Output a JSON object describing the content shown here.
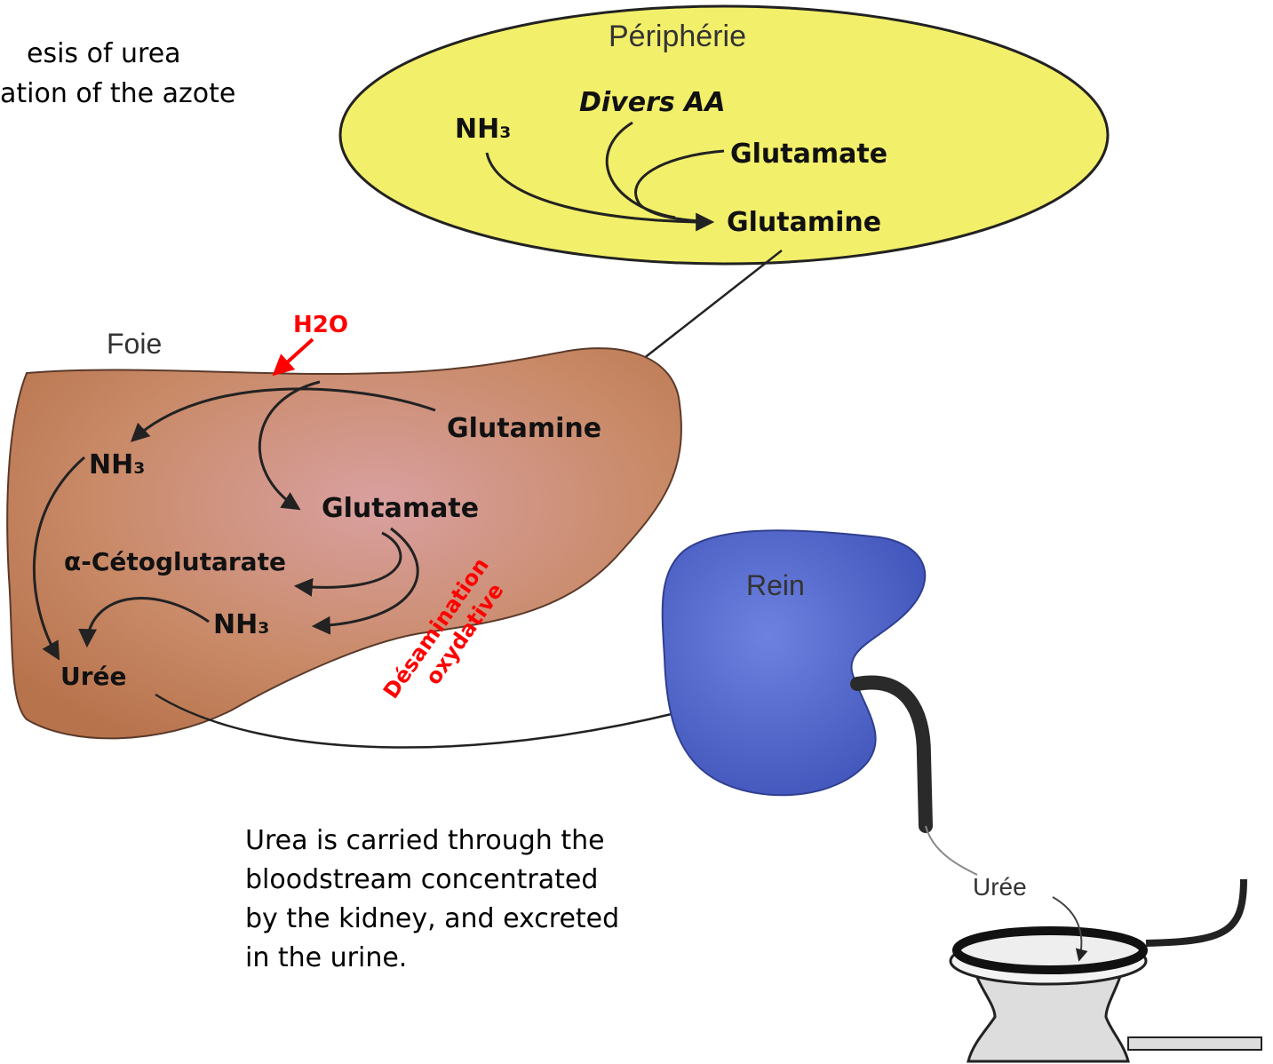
{
  "heading": {
    "line1": "esis of urea",
    "line2": "ation of the azote"
  },
  "periphery": {
    "title": "Périphérie",
    "divers": "Divers AA",
    "nh3": "NH₃",
    "glutamate": "Glutamate",
    "glutamine": "Glutamine"
  },
  "liver": {
    "title": "Foie",
    "h2o": "H2O",
    "glutamine": "Glutamine",
    "nh3_top": "NH₃",
    "glutamate": "Glutamate",
    "alpha": "α-Cétoglutarate",
    "nh3_bottom": "NH₃",
    "uree": "Urée",
    "desamination_line1": "Désamination",
    "desamination_line2": "oxydative"
  },
  "kidney": {
    "title": "Rein"
  },
  "toilet": {
    "uree": "Urée"
  },
  "caption": {
    "line1": "Urea is carried through the",
    "line2": "bloodstream concentrated",
    "line3": "by the kidney, and excreted",
    "line4": "in the urine."
  },
  "colors": {
    "periphery_fill": "#f2ef6a",
    "liver_fill": "#c98a68",
    "kidney_fill": "#5a6fd0",
    "annotation_red": "#ff0000"
  }
}
